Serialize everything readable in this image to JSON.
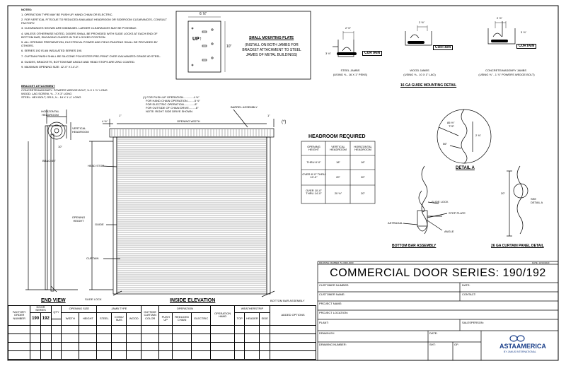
{
  "notes": {
    "title": "NOTES:",
    "items": [
      "1.  OPERATION TYPE MAY BE PUSH UP, HAND CHAIN OR ELECTRIC.",
      "2.  FOR VERTICAL FITS DUE TO REDUCED AVAILABLE HEADROOM OR SIDEROOM CLEARANCES, CONSULT FACTORY.",
      "3.  CLEARANCES SHOWN ARE MINIMUMS. LARGER CLEARANCES MAY BE POSSIBLE.",
      "4.  UNLESS OTHERWISE NOTED, DOORS SHALL BE PROVIDED WITH SLIDE LOCKS AT EACH END OF BOTTOM BAR, ENGAGING GUIDES IN THE LOCKED POSITION.",
      "5.  ALL OPENING PREPARATION, ELECTRICAL POWER AND FIELD PAINTING SHALL BE PROVIDED BY OTHERS.",
      "6.  SERIES 192 IS AN INSULATED SERIES 190.",
      "7.  CURTAIN FINISH SHALL BE SILICONE POLYESTER PRE-PRINT OVER GALVANIZED GRADE 80 STEEL.",
      "8.  GUIDES, BRACKETS, BOTTOM BAR ANGLE AND HEAD STOPS ARE ZINC COATED.",
      "9.  MAXIMUM OPENING SIZE: 12'-0\" X 14'-0\"."
    ]
  },
  "bracket_attachment": {
    "title": "BRACKET ATTACHMENT",
    "lines": [
      "CONCRETE/MASONRY: POWERS WEDGE-BOLT, ⅜ X 1 ⅞\" LONG",
      "WOOD: LAG SCREW, ⅜ - 7 X 3\" LONG",
      "STEEL: HEX BOLT, GR.5, ⅜ - 16 X 1 ¼\" LONG"
    ]
  },
  "mounting_plate": {
    "title": "SMALL MOUNTING PLATE",
    "desc": [
      "(INSTALL ON BOTH JAMBS FOR",
      "BRACKET ATTACHMENT TO STEEL",
      "JAMBS OF METAL BUILDINGS)"
    ],
    "width_dim": "6 ⅞\"",
    "height_dim": "10\"",
    "up_label": "UP↑"
  },
  "guide_detail": {
    "title": "16 GA GUIDE MOUNTING DETAIL",
    "jambs": [
      {
        "label": "STEEL JAMBS",
        "sub": "(USING ⅜ - 16 X 1\" PENS)",
        "dim_top": "2 ½\"",
        "dim_side": "3 ⅛\"",
        "curtain": "CURTAIN"
      },
      {
        "label": "WOOD JAMBS",
        "sub": "(USING ⅜ - 10 X 1\" LAG)",
        "dim_top": "2 ½\"",
        "dim_side": "",
        "curtain": "CURTAIN"
      },
      {
        "label": "CONCRETE/MASONRY JAMBS",
        "sub": "(USING ⅜\" - 1 ⅞\" POWERS WEDGE BOLT)",
        "dim_top": "2 ½\"",
        "dim_side": "3 ⅛\"",
        "curtain": "CURTAIN"
      }
    ]
  },
  "end_view": {
    "title": "END VIEW",
    "horizontal_headroom": [
      "HORIZONTAL",
      "HEADROOM"
    ],
    "vertical_headroom": [
      "VERTICAL",
      "HEADROOM"
    ],
    "bracket": "BRACKET",
    "dim_10": "10\"",
    "slide_lock": "SLIDE LOCK"
  },
  "inside_elevation": {
    "title": "INSIDE ELEVATION",
    "operation_notes": [
      "(*) FOR PUSH-UP OPERATION.............4 ½\"",
      "FOR HAND CHAIN OPERATION.........5 ½\"",
      "FOR ELECTRIC OPERATION..............8\"",
      "FOR OUTSIDE OF CHAIN DRIVE.........8\"",
      "NOTE: RIGHT SIDE DRIVE SHOWN"
    ],
    "barrel_assembly": "BARREL ASSEMBLY",
    "opening_width": "OPENING WIDTH",
    "dim_left": "4 ½\"",
    "dim_1a": "1\"",
    "dim_1b": "1\"",
    "asterisk": "(*)",
    "head_stop": "HEAD STOP",
    "guide": "GUIDE",
    "opening_height": [
      "OPENING",
      "HEIGHT"
    ],
    "curtain": "CURTAIN",
    "bottom_bar_assembly": "BOTTOM BAR ASSEMBLY"
  },
  "headroom": {
    "title": "HEADROOM REQUIRED",
    "headers": [
      "OPENING HEIGHT",
      "VERTICAL HEADROOM",
      "HORIZONTAL HEADROOM"
    ],
    "rows": [
      [
        "THRU 8'-0\"",
        "18\"",
        "16\""
      ],
      [
        "OVER 8'-0\" THRU 10'-0\"",
        "20\"",
        "20\""
      ],
      [
        "OVER 10'-0\" THRU 14'-0\"",
        "20 ½\"",
        "20\""
      ]
    ]
  },
  "detail_a": {
    "title": "DETAIL A",
    "angle1": "85 ½°",
    "typ": "TYP",
    "angle2": "56°",
    "dim": "2 ⅝\""
  },
  "bottom_bar": {
    "title": "BOTTOM BAR ASSEMBLY",
    "slide_lock": "SLIDE LOCK",
    "step_plate": "STEP PLATE",
    "astragal": "ASTRAGAL",
    "angle": "ANGLE"
  },
  "curtain_panel": {
    "title": "26 GA CURTAIN PANEL DETAIL",
    "dim": "20\"",
    "see_detail": [
      "SEE",
      "DETAIL A"
    ]
  },
  "title_block": {
    "drawing_number_top": "DRAWING NUMBER: 51-0000-0000",
    "date_top": "DATE: 10/13/2023",
    "title": "COMMERCIAL DOOR SERIES: 190/192",
    "customer_number": "CUSTOMER NUMBER:",
    "date": "DATE:",
    "customer_name": "CUSTOMER NAME:",
    "contact": "CONTACT:",
    "project_name": "PROJECT NAME:",
    "project_location": "PROJECT LOCATION:",
    "plant": "PLANT:",
    "salesperson": "SALESPERSON:",
    "drawn_by": "DRAWN BY:",
    "date2": "DATE:",
    "drawing_number": "DRAWING NUMBER:",
    "sht": "SHT:",
    "of": "OF:",
    "logo": "ASTAAMERICA",
    "logo_sub": "BY JANUS INTERNATIONAL"
  },
  "order_table": {
    "factory_order": [
      "FACTORY",
      "ORDER",
      "NUMBER"
    ],
    "door_series": "DOOR SERIES",
    "series_190": "190",
    "series_192": "192",
    "qty": "QTY",
    "opening_size": "OPENING SIZE",
    "width": "WIDTH",
    "height": "HEIGHT",
    "jamb_type": "JAMB TYPE",
    "steel": "STEEL",
    "conc_mas": [
      "CONC/",
      "MAS"
    ],
    "wood": "WOOD",
    "outside_curtain_color": [
      "OUTSIDE",
      "CURTAIN",
      "COLOR"
    ],
    "operation": "OPERATION",
    "push_up": [
      "PUSH",
      "UP"
    ],
    "reduced_chain": [
      "REDUCED",
      "CHAIN"
    ],
    "electric": "ELECTRIC",
    "operation_hand": [
      "OPERATION",
      "HAND"
    ],
    "weatherstrip": "WEATHERSTRIP",
    "top": "TOP",
    "header": "HEADER",
    "side": "SIDE",
    "added_options": "ADDED OPTIONS"
  },
  "colors": {
    "line": "#000000",
    "logo": "#1a3f8a"
  }
}
